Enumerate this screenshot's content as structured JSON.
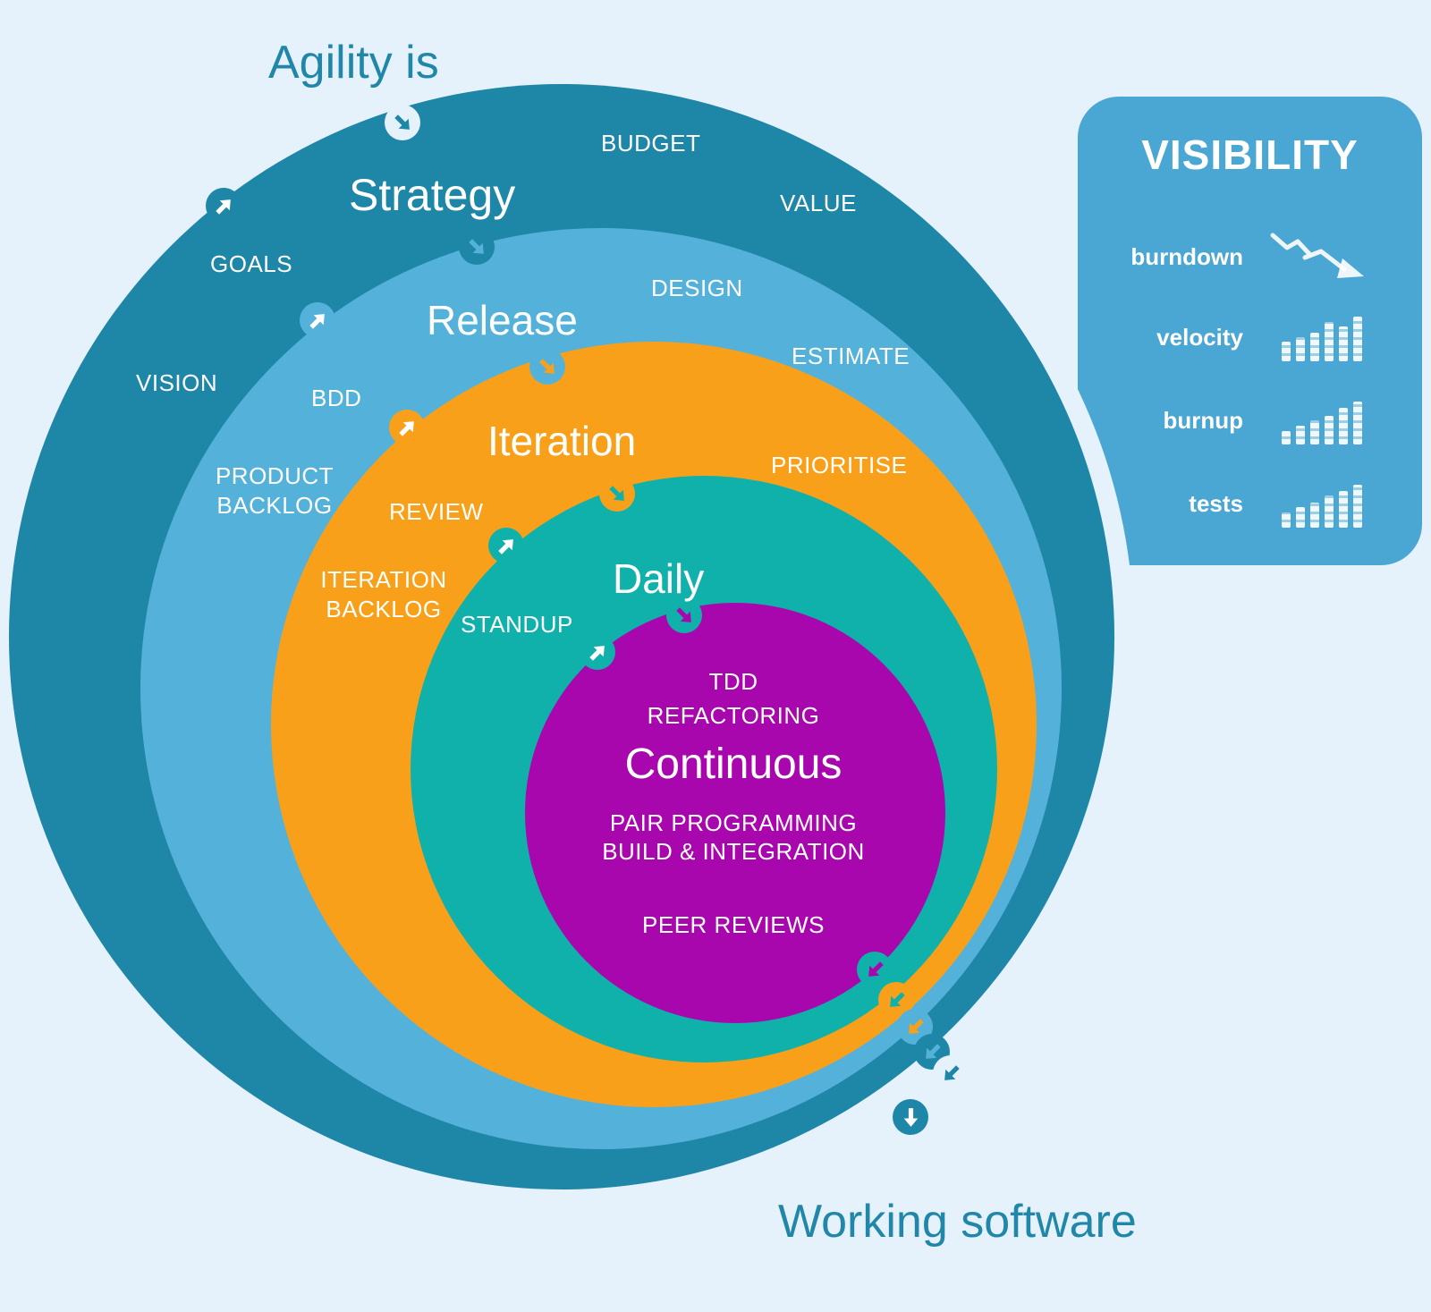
{
  "title": "Agility is",
  "footer": "Working software",
  "diagram": {
    "rings": [
      {
        "name": "Strategy",
        "practices": [
          "BUDGET",
          "VALUE",
          "GOALS",
          "VISION"
        ]
      },
      {
        "name": "Release",
        "practices": [
          "DESIGN",
          "ESTIMATE",
          "BDD",
          "PRODUCT\nBACKLOG"
        ]
      },
      {
        "name": "Iteration",
        "practices": [
          "PRIORITISE",
          "REVIEW",
          "ITERATION\nBACKLOG"
        ]
      },
      {
        "name": "Daily",
        "practices": [
          "STANDUP"
        ]
      },
      {
        "name": "Continuous",
        "practices": [
          "TDD",
          "REFACTORING",
          "PAIR PROGRAMMING",
          "BUILD & INTEGRATION",
          "PEER REVIEWS"
        ]
      }
    ]
  },
  "panel": {
    "title": "VISIBILITY",
    "rows": [
      {
        "label": "burndown",
        "icon": "burndown-trend-icon"
      },
      {
        "label": "velocity",
        "icon": "velocity-bars-icon"
      },
      {
        "label": "burnup",
        "icon": "burnup-bars-icon"
      },
      {
        "label": "tests",
        "icon": "tests-bars-icon"
      }
    ]
  },
  "colors": {
    "background": "#E6F2FB",
    "strategy": "#1E86A7",
    "release": "#54B2DA",
    "iteration": "#F9A01B",
    "daily": "#10B1AA",
    "continuous": "#A907AE",
    "panel": "#4AA6D2",
    "heading_text": "#2187A9"
  }
}
